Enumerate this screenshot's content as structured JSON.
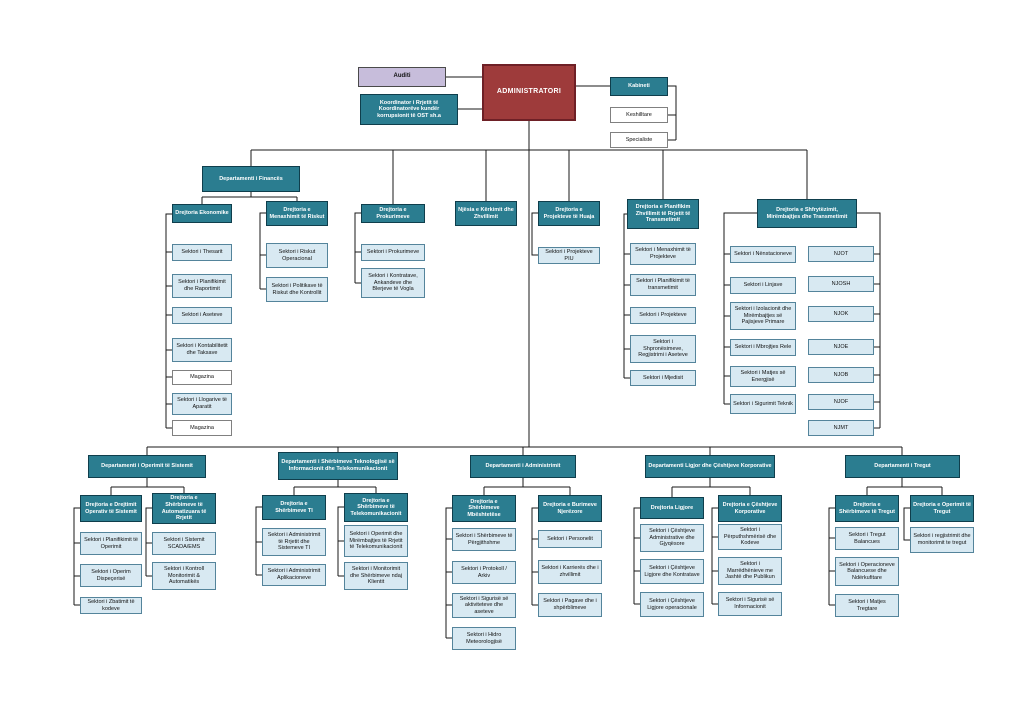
{
  "colors": {
    "teal": "#2B7D90",
    "teal_border": "#0F3E4C",
    "light_blue": "#D8E9F2",
    "blue_border": "#54849B",
    "admin_red": "#9E3B3B",
    "admin_border": "#6E2026",
    "audit_purple": "#C7BDDB"
  },
  "nodes": {
    "auditi": "Auditi",
    "koordinator": "Koordinator i Rrjetit të Koordinatorëve kundër korrupsionit të OST sh.a",
    "administratori": "ADMINISTRATORI",
    "kabineti": "Kabineti",
    "keshilltare": "Keshilltare",
    "specialiste": "Specialiste",
    "dep_finances": "Departamenti i Financës",
    "d_ekonomike": "Drejtoria Ekonomike",
    "s_thesarit": "Sektori i Thesarit",
    "s_planifikimit_raportimit": "Sektori i Planifikimit dhe Raportimit",
    "s_aseteve": "Sektori i Aseteve",
    "s_kontabilitetit": "Sektori i Kontabilitetit dhe Taksave",
    "magazina_1": "Magazina",
    "s_llogarive": "Sektori i Llogarive të Aparatit",
    "magazina_2": "Magazina",
    "d_riskut": "Drejtoria e Menaxhimit të Riskut",
    "s_riskut_operacional": "Sektori i Riskut Operacional",
    "s_politikave_riskut": "Sektori i Politikave të Riskut dhe Kontrollit",
    "d_prokurimeve": "Drejtoria e Prokurimeve",
    "s_prokurimeve": "Sektori i Prokurimeve",
    "s_kontratave": "Sektori i Kontratave, Ankandeve dhe Blerjeve të Vogla",
    "njesia_kerkimit": "Njësia e Kërkimit dhe Zhvillimit",
    "d_projekteve_huaja": "Drejtoria e Projekteve të Huaja",
    "s_projekteve_piu": "Sektori i Projekteve PIU",
    "d_planifikim_zhvillimit": "Drejtoria e Planifikim Zhvillimit të Rrjetit të Transmetimit",
    "s_menaxhimit_projekteve": "Sektori i Menaxhimit të Projekteve",
    "s_planifikimit_transmetimit": "Sektori i Planifikimit të transmetimit",
    "s_projekteve": "Sektori i Projekteve",
    "s_shpronesimeve": "Sektori i Shpronësimeve, Regjistrimi i Aseteve",
    "s_mjedisit": "Sektori i Mjedisit",
    "d_shfrytezimit": "Drejtoria e Shfrytëzimit, Mirëmbajtjes dhe Transmetimit",
    "s_nenstacioneve": "Sektori i Nënstacioneve",
    "s_linjave": "Sektori i Linjave",
    "s_izolacionit": "Sektori i Izolacionit dhe Mirëmbajtjes së Pajisjeve Primare",
    "s_mbrojtjes_rele": "Sektori i Mbrojtjes Rele",
    "s_matjes_energjise": "Sektori i Matjes së Energjisë",
    "s_sigurimit_teknik": "Sektori i Sigurimit Teknik",
    "njot": "NJOT",
    "njosh": "NJOSH",
    "njok": "NJOK",
    "njoe": "NJOE",
    "njob": "NJOB",
    "njof": "NJOF",
    "njmt": "NJMT",
    "dep_operimit_sistemit": "Departamenti i Operimit të Sistemit",
    "d_operativ_sistemit": "Drejtoria e Drejtimit Operativ të Sistemit",
    "s_planifikimit_operimit": "Sektori i Planifikimit të Operimit",
    "s_operim_dispecerise": "Sektori i Operim Dispeçerisë",
    "s_zbatimit_kodeve": "Sektori i Zbatimit të kodeve",
    "d_automatizuara": "Drejtoria e Shërbimeve të Automatizuara të Rrjetit",
    "s_scada": "Sektori i Sistemit SCADA/EMS",
    "s_kontroll_monitorimit": "Sektori i Kontroll Monitorimit & Automatikës",
    "dep_teknologjise": "Departamenti i Shërbimeve Teknologjisë së Informacionit dhe Telekomunikacionit",
    "d_sherbimeve_ti": "Drejtoria e Shërbimeve TI",
    "s_administrimit_rrjetit_ti": "Sektori i Administrimit të Rrjetit dhe Sistemeve TI",
    "s_administrimit_aplikacioneve": "Sektori i Administrimit Aplikacioneve",
    "d_telekomunikacionit": "Drejtoria e Shërbimeve të Telekomunikacionit",
    "s_operimit_mirembajtjes_telekom": "Sektori i Operimit dhe Mirëmbajtjes të Rrjetit të Telekomunikacionit",
    "s_monitorimit_klientit": "Sektori i Monitorimit dhe Shërbimeve ndaj Klientit",
    "dep_administrimit": "Departamenti i Administrimit",
    "d_mbeshtetese": "Drejtoria e Shërbimeve Mbështetëse",
    "s_pergjithshme": "Sektori i Shërbimeve të Përgjithshme",
    "s_protokoll_arkiv": "Sektori i Protokoll / Arkiv",
    "s_sigurise_aktiviteteve": "Sektori i Sigurisë së aktiviteteve dhe aseteve",
    "s_hidro_meteorologjise": "Sektori i Hidro Meteorologjisë",
    "d_burimeve_njerezore": "Drejtoria e Burimeve Njerëzore",
    "s_personelit": "Sektori i Personelit",
    "s_karrieres": "Sektori i Karrierës dhe i zhvillimit",
    "s_pagave": "Sektori i Pagave dhe i shpërblimeve",
    "dep_ligjor": "Departamenti Ligjor dhe Çështjeve Korporative",
    "d_ligjore": "Drejtoria Ligjore",
    "s_ceshtjeve_administrative": "Sektori i Çështjeve Administrative dhe Gjyqësore",
    "s_ceshtjeve_ligjore_kontratave": "Sektori i Çështjeve Ligjore dhe Kontratave",
    "s_ceshtjeve_ligjore_operacionale": "Sektori i Çështjeve Ligjore operacionale",
    "d_ceshtjeve_korporative": "Drejtoria e Çështjeve Korporative",
    "s_perputhshmerise": "Sektori i Përputhshmërisë dhe Kodeve",
    "s_marredhenieve": "Sektori i Marrëdhënieve me Jashtë dhe Publikun",
    "s_sigurise_informacionit": "Sektori i Sigurisë së Informacionit",
    "dep_tregut": "Departamenti i Tregut",
    "d_sherbimeve_tregut": "Drejtoria e Shërbimeve të Tregut",
    "s_tregut_balancues": "Sektori i Tregut Balancues",
    "s_operacioneve_balancuese": "Sektori i Operacioneve Balancuese dhe Ndërkufitare",
    "s_matjes_tregtare": "Sektori i Matjes Tregtare",
    "d_operimit_tregut": "Drejtoria e Operimit të Tregut",
    "s_regjistrimit_tregut": "Sektori i regjistrimit dhe monitorimit te tregut"
  }
}
